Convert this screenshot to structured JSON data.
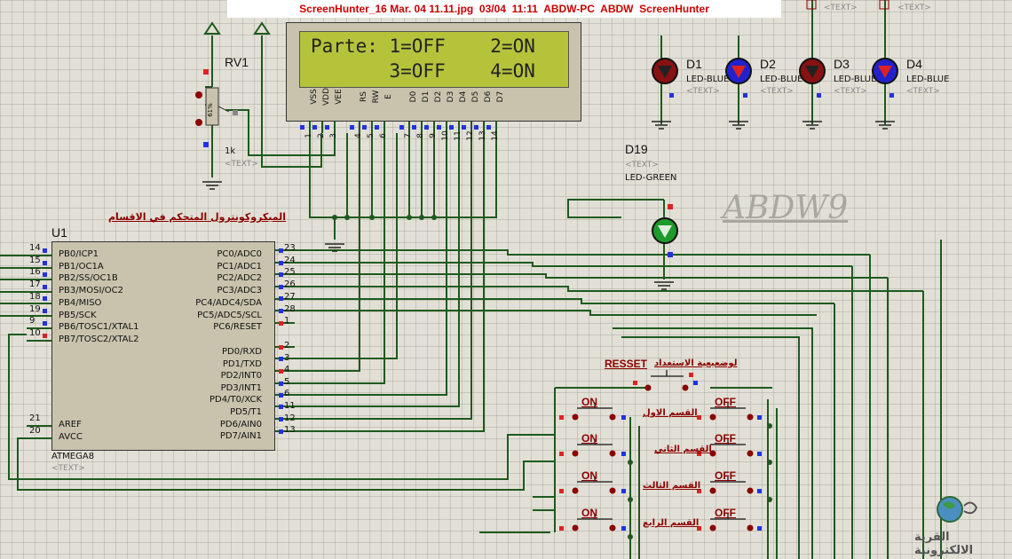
{
  "title": "ScreenHunter_16 Mar. 04 11.11.jpg  03/04  11:11  ABDW-PC  ABDW  ScreenHunter",
  "lcd": {
    "line1": "Parte: 1=OFF    2=ON",
    "line2": "       3=OFF    4=ON",
    "pins": [
      "VSS",
      "VDD",
      "VEE",
      "RS",
      "RW",
      "E",
      "D0",
      "D1",
      "D2",
      "D3",
      "D4",
      "D5",
      "D6",
      "D7"
    ],
    "pin_numbers": [
      "1",
      "2",
      "3",
      "4",
      "5",
      "6",
      "7",
      "8",
      "9",
      "10",
      "11",
      "12",
      "13",
      "14"
    ]
  },
  "rv1": {
    "name": "RV1",
    "value": "1k",
    "text": "<TEXT>",
    "body": "61%"
  },
  "leds": [
    {
      "id": "D1",
      "type": "LED-BLUE",
      "text": "<TEXT>"
    },
    {
      "id": "D2",
      "type": "LED-BLUE",
      "text": "<TEXT>"
    },
    {
      "id": "D3",
      "type": "LED-BLUE",
      "text": "<TEXT>"
    },
    {
      "id": "D4",
      "type": "LED-BLUE",
      "text": "<TEXT>"
    }
  ],
  "top_text": "<TEXT>",
  "d19": {
    "id": "D19",
    "text": "<TEXT>",
    "type": "LED-GREEN"
  },
  "watermark": "ABDW9",
  "mcu": {
    "title": "الميكروكونترول المتحكم في الاقسام",
    "ref": "U1",
    "part": "ATMEGA8",
    "text": "<TEXT>",
    "left_pins": [
      {
        "num": "14",
        "name": "PB0/ICP1"
      },
      {
        "num": "15",
        "name": "PB1/OC1A"
      },
      {
        "num": "16",
        "name": "PB2/SS/OC1B"
      },
      {
        "num": "17",
        "name": "PB3/MOSI/OC2"
      },
      {
        "num": "18",
        "name": "PB4/MISO"
      },
      {
        "num": "19",
        "name": "PB5/SCK"
      },
      {
        "num": "9",
        "name": "PB6/TOSC1/XTAL1"
      },
      {
        "num": "10",
        "name": "PB7/TOSC2/XTAL2"
      }
    ],
    "left_pins2": [
      {
        "num": "21",
        "name": "AREF"
      },
      {
        "num": "20",
        "name": "AVCC"
      }
    ],
    "right_pins": [
      {
        "num": "23",
        "name": "PC0/ADC0"
      },
      {
        "num": "24",
        "name": "PC1/ADC1"
      },
      {
        "num": "25",
        "name": "PC2/ADC2"
      },
      {
        "num": "26",
        "name": "PC3/ADC3"
      },
      {
        "num": "27",
        "name": "PC4/ADC4/SDA"
      },
      {
        "num": "28",
        "name": "PC5/ADC5/SCL"
      },
      {
        "num": "1",
        "name": "PC6/RESET"
      }
    ],
    "right_pins2": [
      {
        "num": "2",
        "name": "PD0/RXD"
      },
      {
        "num": "3",
        "name": "PD1/TXD"
      },
      {
        "num": "4",
        "name": "PD2/INT0"
      },
      {
        "num": "5",
        "name": "PD3/INT1"
      },
      {
        "num": "6",
        "name": "PD4/T0/XCK"
      },
      {
        "num": "11",
        "name": "PD5/T1"
      },
      {
        "num": "12",
        "name": "PD6/AIN0"
      },
      {
        "num": "13",
        "name": "PD7/AIN1"
      }
    ]
  },
  "reset": {
    "label": "RESSET",
    "arabic": "لوضعيعية الاستعداد"
  },
  "buttons": {
    "on": "ON",
    "off": "OFF",
    "sections": [
      "القسم الاول",
      "القسم الثاني",
      "القسم الثالث",
      "القسم الرابع"
    ]
  },
  "logo": {
    "text": "القرية الالكترونية"
  },
  "colors": {
    "wire": "#1e5a1e",
    "pin_red": "#dd2222",
    "pin_blue": "#2233dd",
    "label_red": "#8b0000",
    "title_red": "#cc0000"
  }
}
